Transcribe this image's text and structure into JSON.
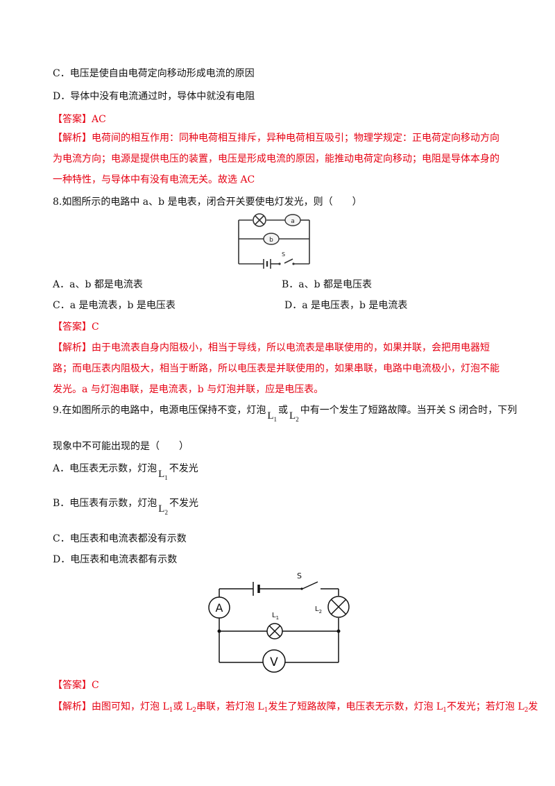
{
  "q7": {
    "option_c": "C．电压是使自由电荷定向移动形成电流的原因",
    "option_d": "D．导体中没有电流通过时，导体中就没有电阻",
    "answer_tag": "【答案】",
    "answer": "AC",
    "analysis_tag": "【解析】",
    "analysis": "电荷间的相互作用：同种电荷相互排斥，异种电荷相互吸引；物理学规定：正电荷定向移动方向为电流方向；电源是提供电压的装置，电压是形成电流的原因，能推动电荷定向移动；电阻是导体本身的一种特性，与导体中有没有电流无关。故选 AC"
  },
  "q8": {
    "stem": "8.如图所示的电路中 a、b 是电表，闭合开关要使电灯发光，则（　　）",
    "diagram": {
      "meter_a": "a",
      "meter_b": "b",
      "switch": "S"
    },
    "option_a": "A．a、b 都是电流表",
    "option_b": "B．a、b 都是电压表",
    "option_c": "C．a 是电流表，b 是电压表",
    "option_d": "D．a 是电压表，b 是电流表",
    "answer_tag": "【答案】",
    "answer": "C",
    "analysis_tag": "【解析】",
    "analysis": "由于电流表自身内阻极小，相当于导线，所以电流表是串联使用的，如果并联，会把用电器短路；而电压表内阻极大，相当于断路，所以电压表是并联使用的，如果串联，电路中电流极小，灯泡不能发光。a 与灯泡串联，是电流表，b 与灯泡并联，应是电压表。"
  },
  "q9": {
    "stem_part1": "9.在如图所示的电路中，电源电压保持不变，灯泡",
    "stem_or": "或",
    "stem_part2": "中有一个发生了短路故障。当开关 S 闭合时，下列",
    "stem_line2": "现象中不可能出现的是（　　）",
    "option_a_pre": "A．电压表无示数，灯泡",
    "option_a_post": "不发光",
    "option_b_pre": "B．电压表有示数，灯泡",
    "option_b_post": "不发光",
    "option_c": "C．电压表和电流表都没有示数",
    "option_d": "D．电压表和电流表都有示数",
    "diagram": {
      "ammeter": "A",
      "voltmeter": "V",
      "switch": "S",
      "lamp1": "L",
      "lamp2": "L",
      "sub1": "1",
      "sub2": "2"
    },
    "answer_tag": "【答案】",
    "answer": "C",
    "analysis_tag": "【解析】",
    "analysis_part1": "由图可知，灯泡 L",
    "analysis_part2": "或 L",
    "analysis_part3": "串联，若灯泡 L",
    "analysis_part4": "发生了短路故障，电压表无示数，灯泡 L",
    "analysis_part5": "不发光；若灯泡 L",
    "analysis_part6": "发",
    "sub1": "1",
    "sub2": "2"
  }
}
